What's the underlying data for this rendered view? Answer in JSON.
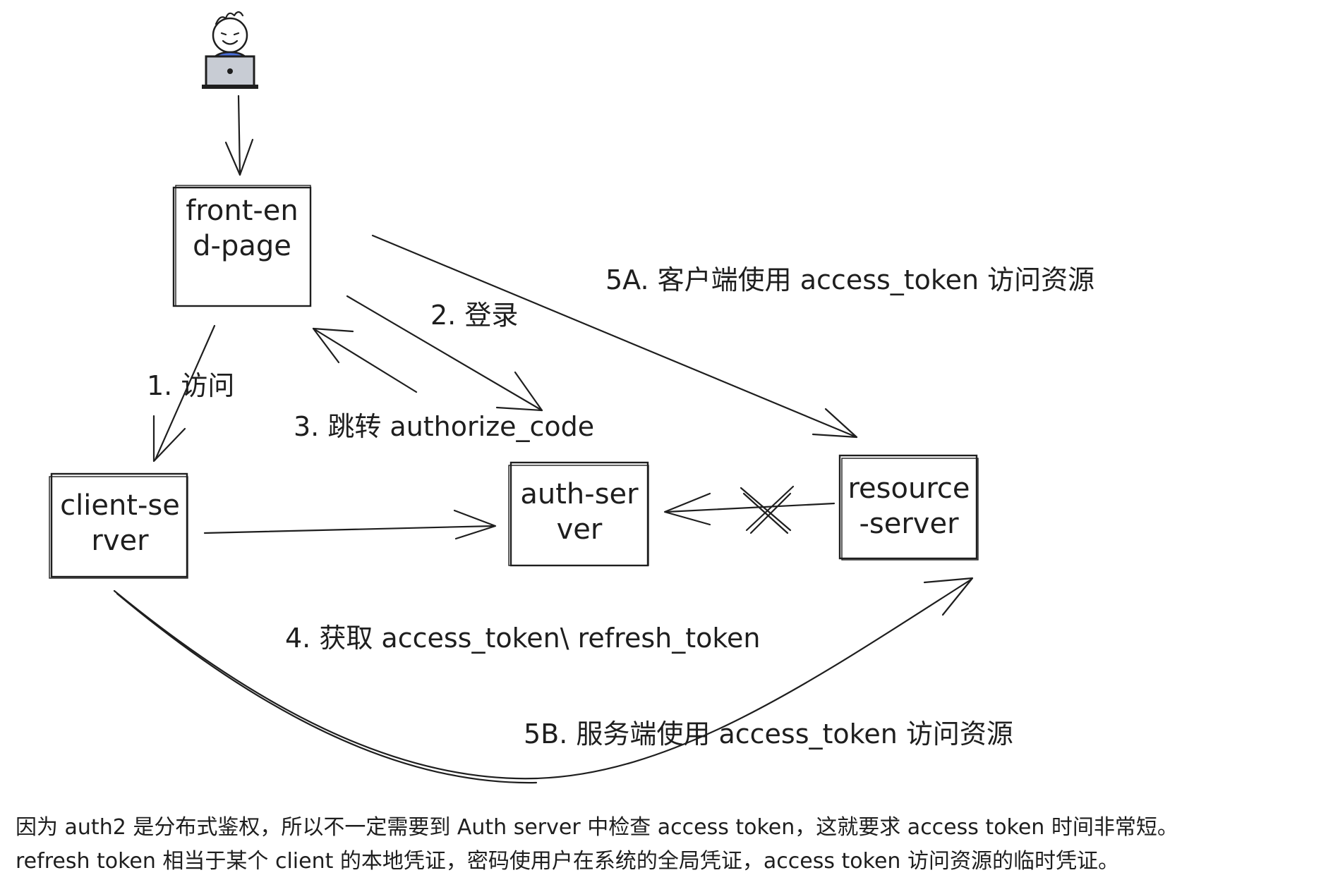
{
  "nodes": {
    "user": {
      "icon": "user-with-laptop-icon"
    },
    "frontend": {
      "line1": "front-en",
      "line2": "d-page"
    },
    "client": {
      "line1": "client-se",
      "line2": "rver"
    },
    "auth": {
      "line1": "auth-ser",
      "line2": "ver"
    },
    "resource": {
      "line1": "resource",
      "line2": "-server"
    }
  },
  "edges": {
    "visit": "1. 访问",
    "login": "2. 登录",
    "redirect": "3. 跳转 authorize_code",
    "get_token": "4. 获取 access_token\\ refresh_token",
    "client_access": "5A. 客户端使用 access_token 访问资源",
    "server_access": "5B. 服务端使用 access_token 访问资源"
  },
  "note": {
    "line1": "因为 auth2 是分布式鉴权，所以不一定需要到 Auth server 中检查 access token，这就要求 access token 时间非常短。",
    "line2": "refresh token 相当于某个 client 的本地凭证，密码使用户在系统的全局凭证，access token 访问资源的临时凭证。"
  }
}
